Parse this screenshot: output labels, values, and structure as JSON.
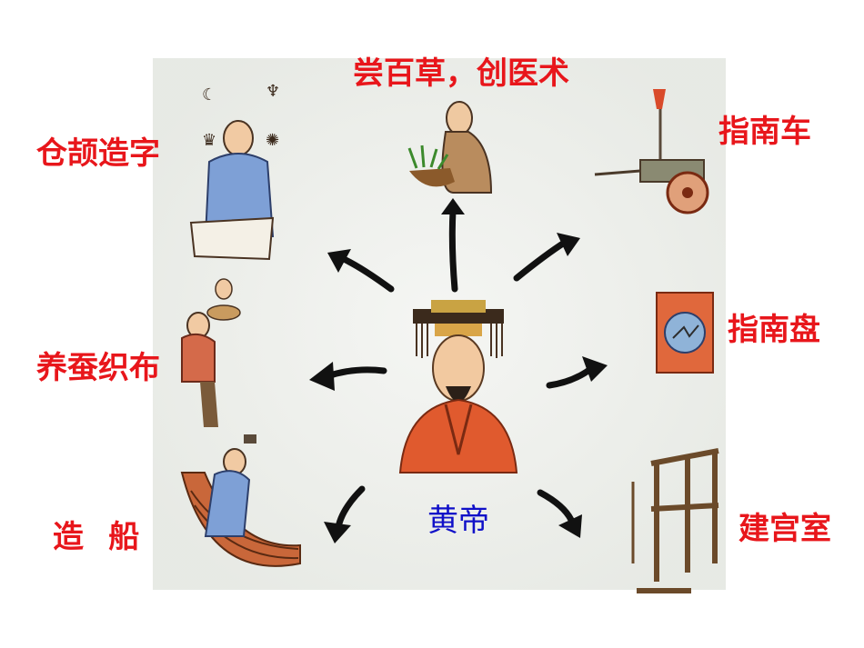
{
  "center": {
    "label": "黄帝",
    "color": "#1010c8"
  },
  "labels": {
    "top": "尝百草，创医术",
    "cangjie": "仓颉造字",
    "silk": "养蚕织布",
    "ship": "造船",
    "cart": "指南车",
    "compass": "指南盘",
    "palace": "建宫室"
  },
  "colors": {
    "label": "#e8161b",
    "arrow": "#111111",
    "background_wash": "#e9ebe6"
  },
  "icons": [
    "emperor-figure-icon",
    "herbalist-figure-icon",
    "scribe-figure-icon",
    "weaver-figure-icon",
    "shipbuilder-figure-icon",
    "south-pointing-cart-icon",
    "compass-plate-icon",
    "palace-builder-icon"
  ]
}
